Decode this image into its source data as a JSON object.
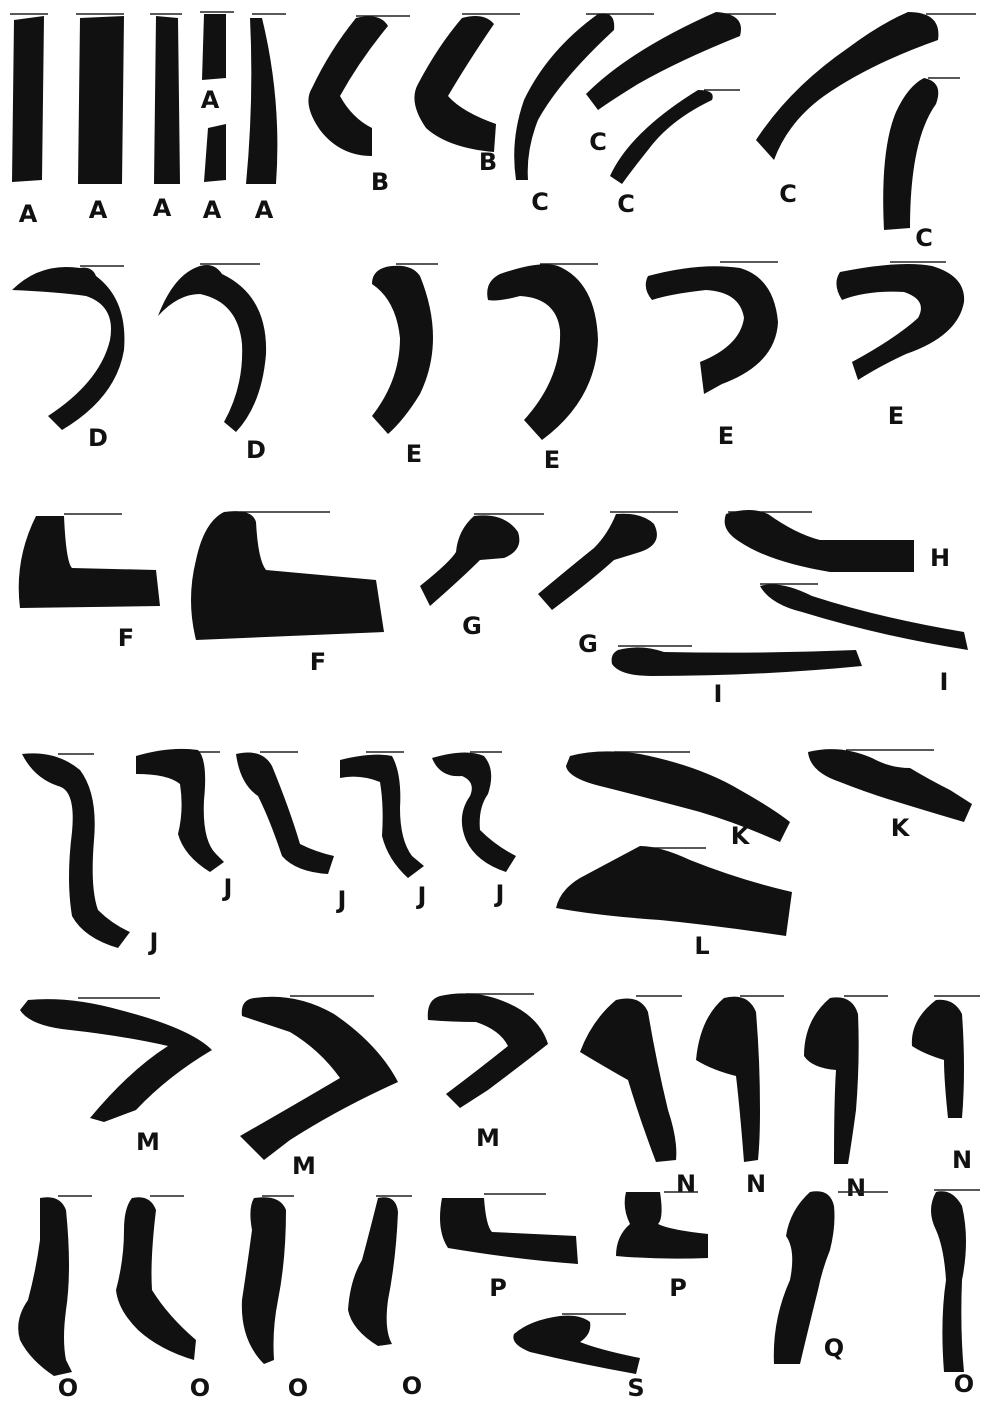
{
  "plate": {
    "ink_color": "#111111",
    "paper_color": "#ffffff",
    "labels": [
      "A",
      "A",
      "A",
      "A",
      "A",
      "A",
      "B",
      "B",
      "C",
      "C",
      "C",
      "C",
      "C",
      "D",
      "D",
      "E",
      "E",
      "E",
      "E",
      "F",
      "F",
      "G",
      "G",
      "H",
      "I",
      "I",
      "J",
      "J",
      "J",
      "J",
      "J",
      "K",
      "K",
      "L",
      "M",
      "M",
      "M",
      "N",
      "N",
      "N",
      "N",
      "O",
      "O",
      "O",
      "O",
      "O",
      "P",
      "P",
      "S",
      "Q"
    ]
  }
}
